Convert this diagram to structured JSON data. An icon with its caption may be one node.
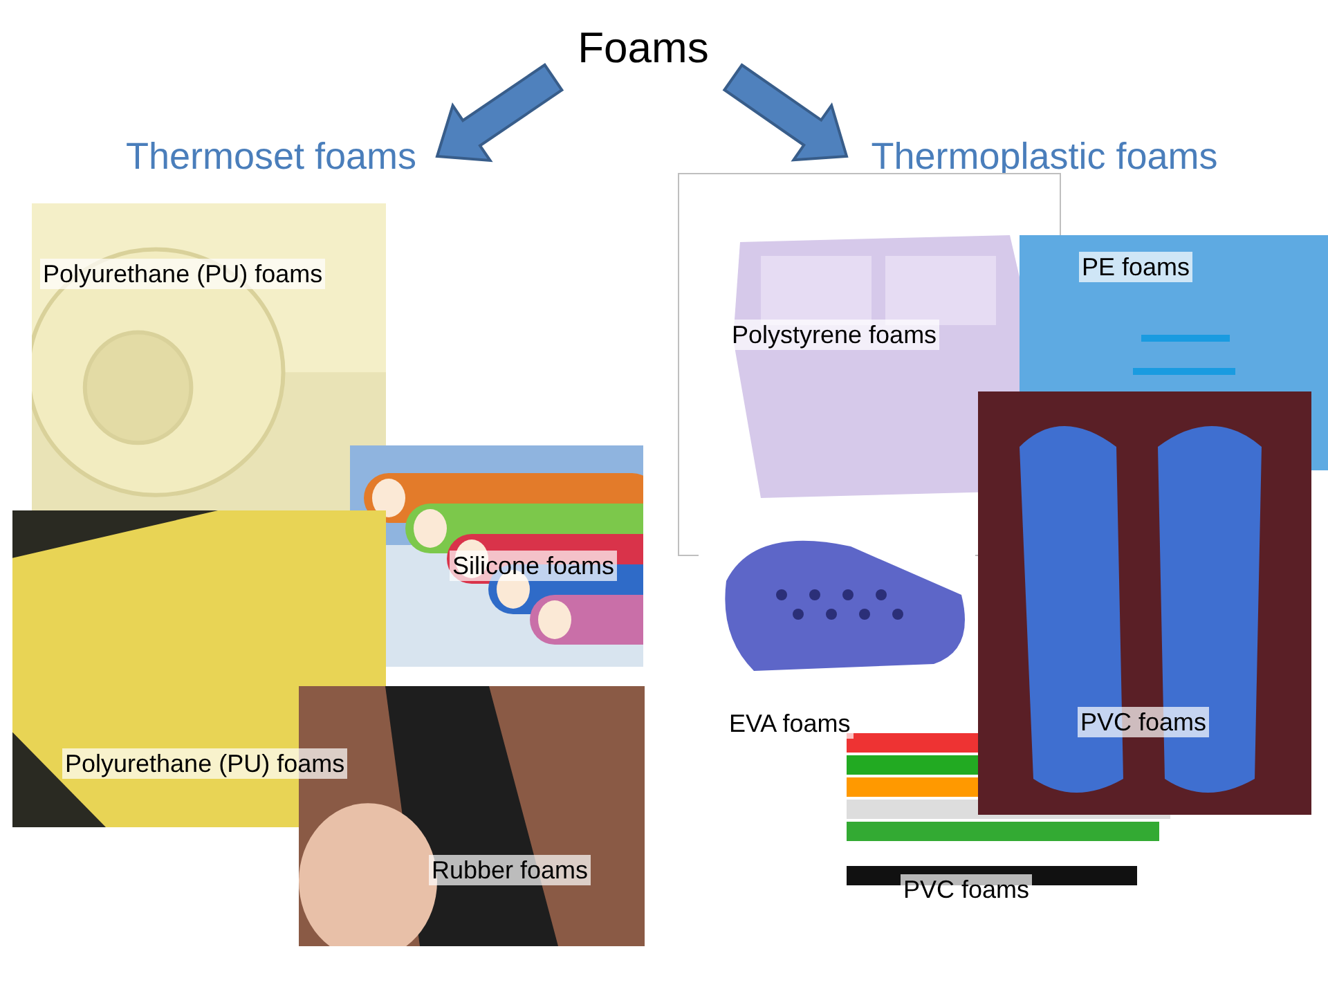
{
  "diagram": {
    "nodes": [
      {
        "text": [
          "Foams"
        ]
      },
      {
        "text": [
          "Thermoset foams"
        ]
      },
      {
        "text": [
          "Thermoplastic foams"
        ]
      },
      {
        "text": [
          "Polyurethane (PU) foams"
        ]
      },
      {
        "text": [
          "Polyurethane (PU) foams"
        ]
      },
      {
        "text": [
          "Silicone foams"
        ]
      },
      {
        "text": [
          "Rubber foams"
        ]
      },
      {
        "text": [
          "Polystyrene foams"
        ]
      },
      {
        "text": [
          "PE foams"
        ]
      },
      {
        "text": [
          "EVA foams"
        ]
      },
      {
        "text": [
          "PVC foams"
        ]
      },
      {
        "text": [
          "PVC foams"
        ]
      }
    ],
    "edges": [
      {
        "from": 0,
        "to": 1,
        "arrow": "to"
      },
      {
        "from": 0,
        "to": 2,
        "arrow": "to"
      }
    ]
  }
}
